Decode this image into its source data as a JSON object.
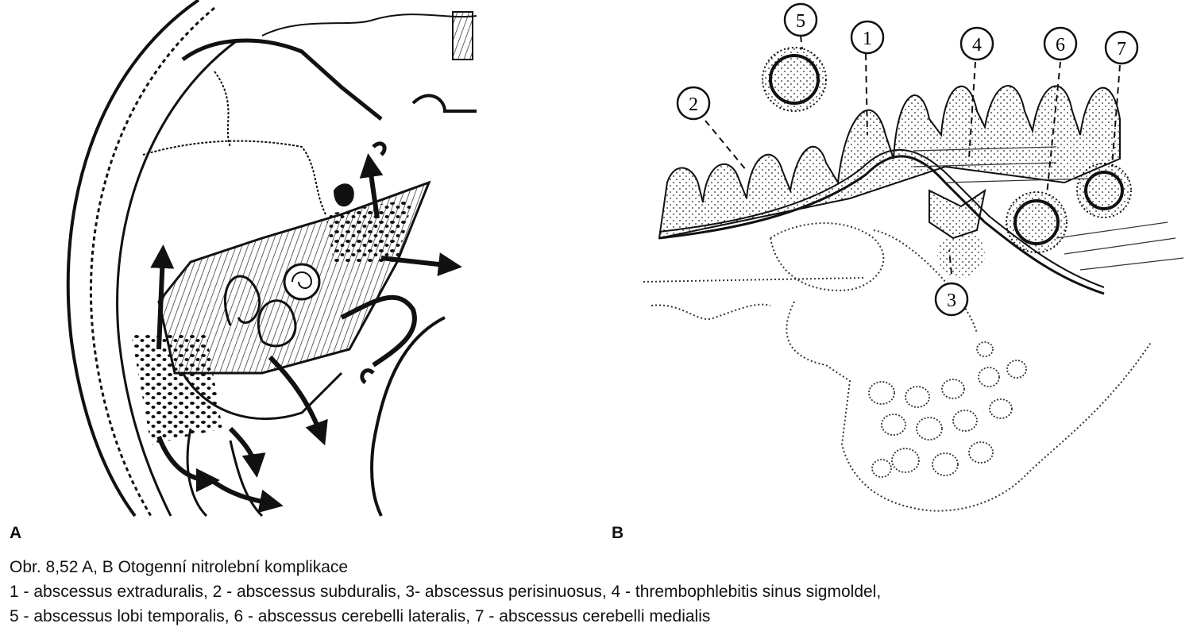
{
  "panels": {
    "a": {
      "letter": "A"
    },
    "b": {
      "letter": "B",
      "callouts": [
        {
          "label": "1"
        },
        {
          "label": "2"
        },
        {
          "label": "3"
        },
        {
          "label": "4"
        },
        {
          "label": "5"
        },
        {
          "label": "6"
        },
        {
          "label": "7"
        }
      ]
    }
  },
  "caption": {
    "title": "Obr. 8,52 A, B Otogenní nitrolební komplikace",
    "line1": "1 - abscessus extraduralis, 2 - abscessus subduralis, 3- abscessus perisinuosus, 4 - thrembophlebitis sinus sigmoldel,",
    "line2": "5 - abscessus lobi temporalis, 6 - abscessus cerebelli lateralis, 7 - abscessus cerebelli medialis"
  }
}
